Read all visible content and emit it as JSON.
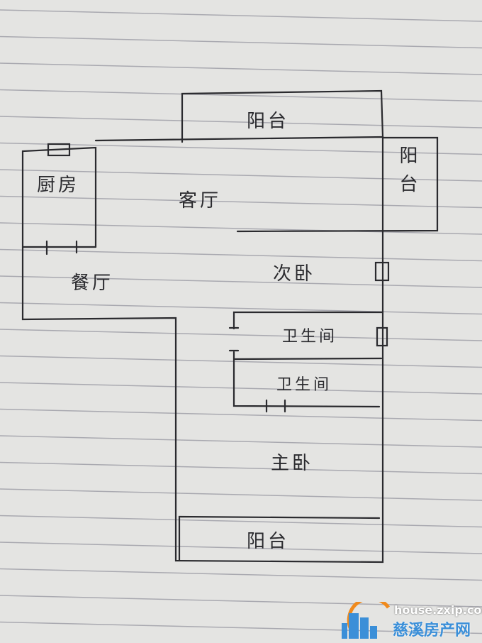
{
  "floor_plan": {
    "rooms": {
      "balcony_top": "阳台",
      "balcony_right": "阳台",
      "kitchen": "厨房",
      "living_room": "客厅",
      "dining_room": "餐厅",
      "second_bedroom": "次卧",
      "bathroom_1": "卫生间",
      "bathroom_2": "卫生间",
      "master_bedroom": "主卧",
      "balcony_bottom": "阳台"
    }
  },
  "watermark": {
    "url": "house.zxip.com",
    "name": "慈溪房产网"
  },
  "colors": {
    "ink": "#2a2a2e",
    "paper": "#e4e4e2",
    "rule": "#a9a9b0",
    "brand_blue": "#3b8fd8",
    "brand_orange": "#f08a1c"
  }
}
